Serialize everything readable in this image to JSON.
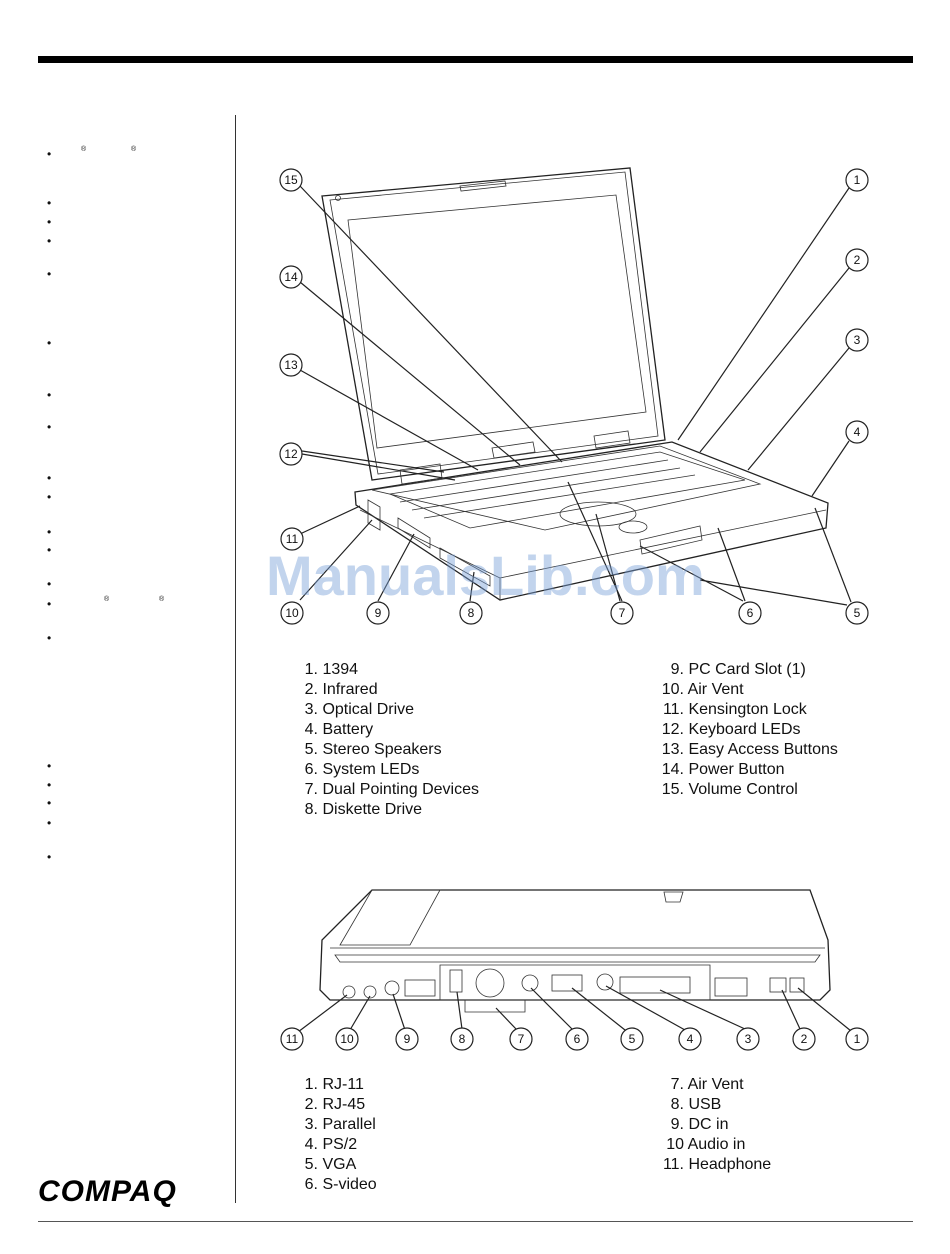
{
  "brand": {
    "logo_text": "COMPAQ"
  },
  "watermark": "ManualsLib.com",
  "front_view": {
    "legend_left": [
      {
        "num": "1.",
        "label": "1394"
      },
      {
        "num": "2.",
        "label": "Infrared"
      },
      {
        "num": "3.",
        "label": "Optical Drive"
      },
      {
        "num": "4.",
        "label": "Battery"
      },
      {
        "num": "5.",
        "label": "Stereo Speakers"
      },
      {
        "num": "6.",
        "label": "System LEDs"
      },
      {
        "num": "7.",
        "label": "Dual Pointing Devices"
      },
      {
        "num": "8.",
        "label": "Diskette Drive"
      }
    ],
    "legend_right": [
      {
        "num": "9.",
        "label": "PC Card Slot (1)"
      },
      {
        "num": "10.",
        "label": "Air Vent"
      },
      {
        "num": "11.",
        "label": "Kensington Lock"
      },
      {
        "num": "12.",
        "label": "Keyboard LEDs"
      },
      {
        "num": "13.",
        "label": "Easy Access Buttons"
      },
      {
        "num": "14.",
        "label": "Power Button"
      },
      {
        "num": "15.",
        "label": "Volume Control"
      }
    ],
    "callouts": [
      "1",
      "2",
      "3",
      "4",
      "5",
      "6",
      "7",
      "8",
      "9",
      "10",
      "11",
      "12",
      "13",
      "14",
      "15"
    ]
  },
  "rear_view": {
    "legend_left": [
      {
        "num": "1.",
        "label": "RJ-11"
      },
      {
        "num": "2.",
        "label": "RJ-45"
      },
      {
        "num": "3.",
        "label": "Parallel"
      },
      {
        "num": "4.",
        "label": "PS/2"
      },
      {
        "num": "5.",
        "label": "VGA"
      },
      {
        "num": "6.",
        "label": "S-video"
      }
    ],
    "legend_right": [
      {
        "num": "7.",
        "label": "Air Vent"
      },
      {
        "num": "8.",
        "label": "USB"
      },
      {
        "num": "9.",
        "label": "DC in"
      },
      {
        "num": "10",
        "label": "Audio in"
      },
      {
        "num": "11.",
        "label": "Headphone"
      }
    ],
    "callouts": [
      "1",
      "2",
      "3",
      "4",
      "5",
      "6",
      "7",
      "8",
      "9",
      "10",
      "11"
    ]
  },
  "sidebar": {
    "bullet_glyph": "•",
    "registered_mark": "®"
  }
}
